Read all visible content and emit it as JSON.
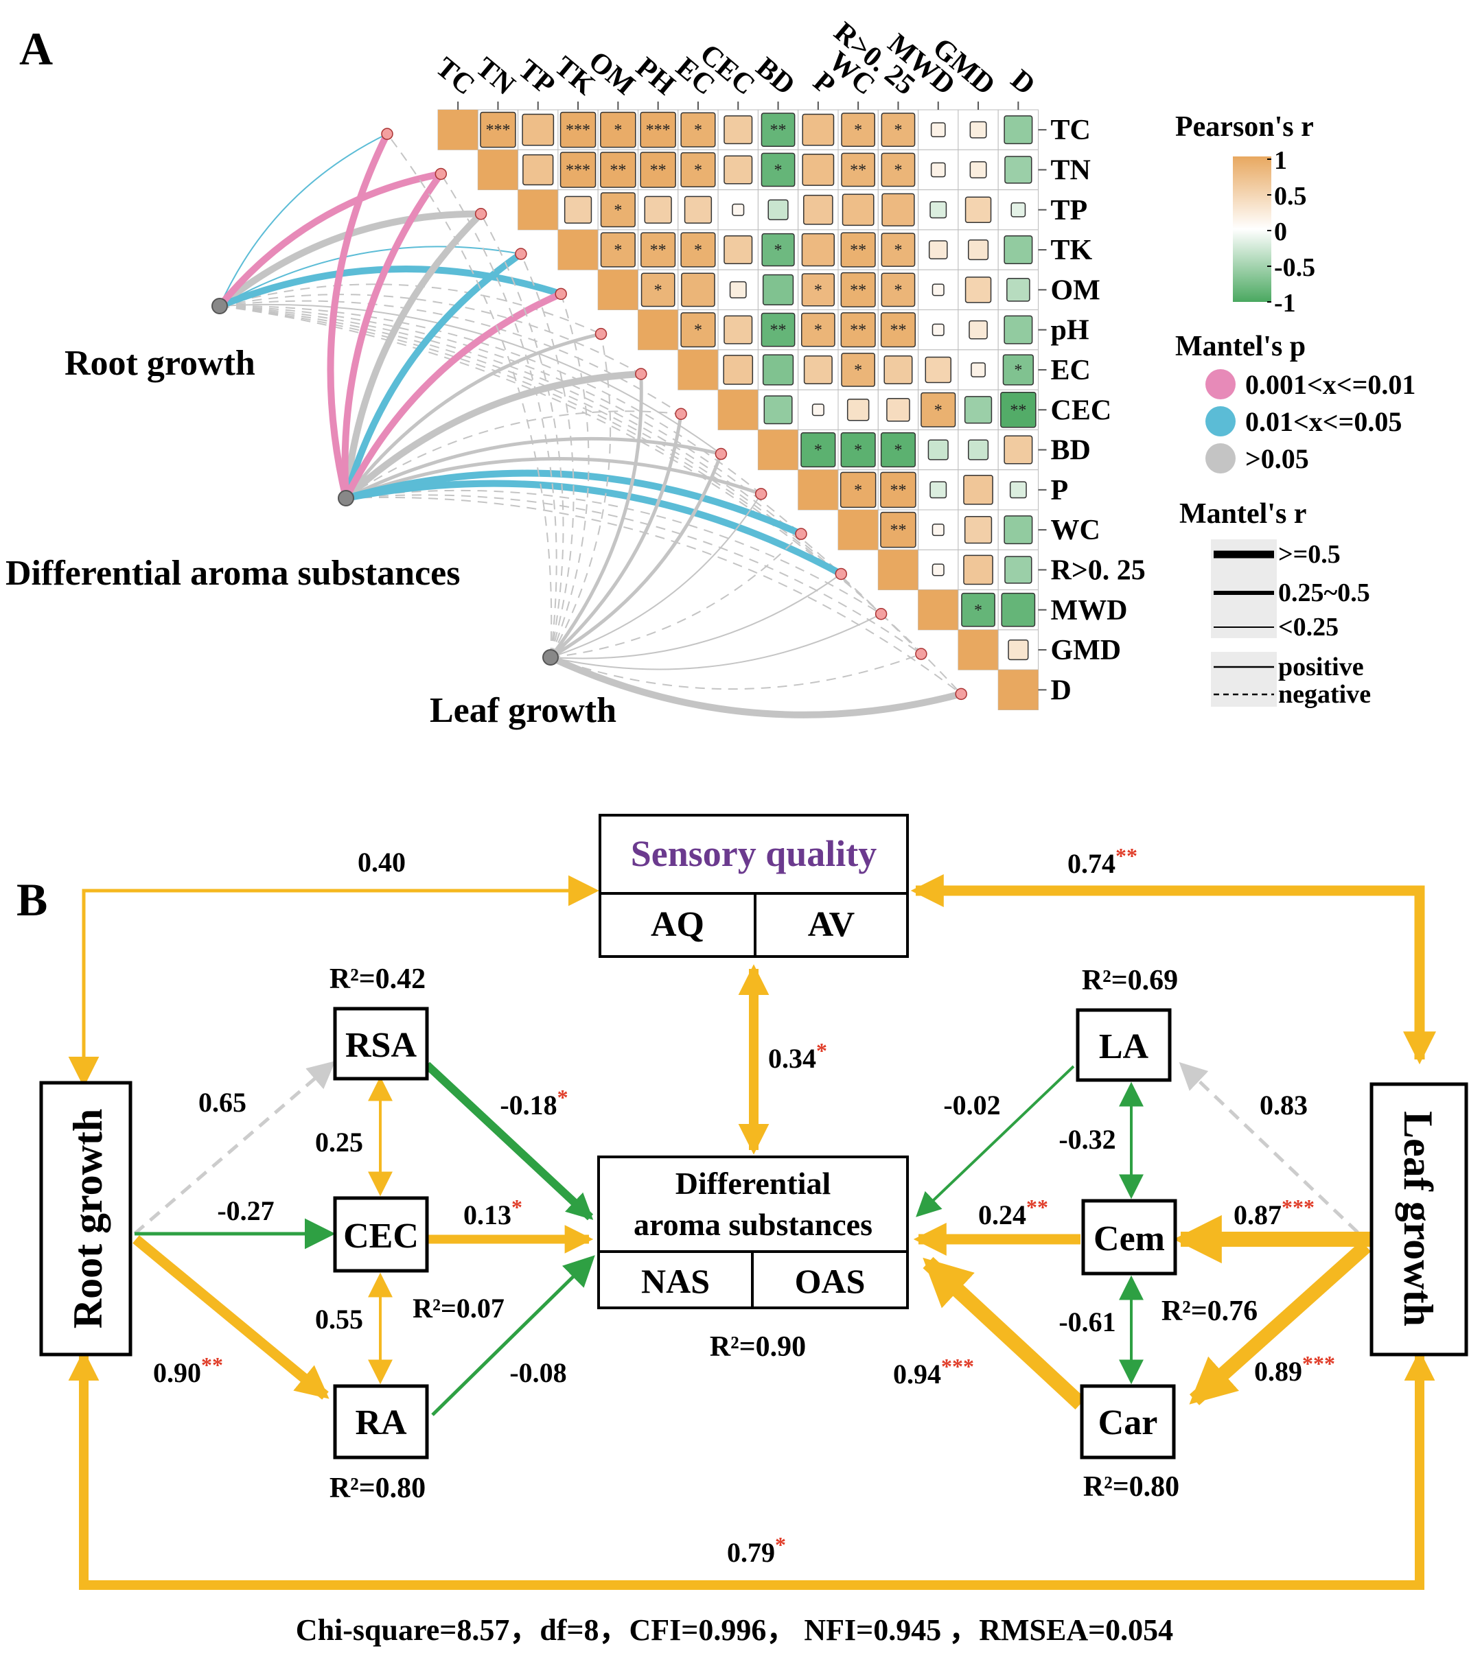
{
  "panel_a": {
    "label": "A",
    "variables": [
      "TC",
      "TN",
      "TP",
      "TK",
      "OM",
      "pH",
      "EC",
      "CEC",
      "BD",
      "P",
      "WC",
      "R>0.25",
      "MWD",
      "GMD",
      "D"
    ],
    "top_labels": [
      "TC",
      "TN",
      "TP",
      "TK",
      "OM",
      "PH",
      "EC",
      "CEC",
      "BD",
      "P",
      "WC",
      "R>0. 25",
      "MWD",
      "GMD",
      "D"
    ],
    "right_labels": [
      "TC",
      "TN",
      "TP",
      "TK",
      "OM",
      "pH",
      "EC",
      "CEC",
      "BD",
      "P",
      "WC",
      "R>0. 25",
      "MWD",
      "GMD",
      "D"
    ],
    "pearson_r": [
      [
        1.0,
        0.95,
        0.75,
        0.95,
        0.95,
        0.95,
        0.9,
        0.6,
        -0.85,
        0.75,
        0.85,
        0.85,
        0.15,
        0.2,
        -0.6
      ],
      [
        0.95,
        1.0,
        0.7,
        0.95,
        0.95,
        0.95,
        0.9,
        0.6,
        -0.85,
        0.75,
        0.85,
        0.85,
        0.15,
        0.2,
        -0.55
      ],
      [
        0.75,
        0.7,
        1.0,
        0.55,
        0.9,
        0.55,
        0.55,
        0.1,
        -0.3,
        0.65,
        0.75,
        0.8,
        -0.2,
        0.5,
        -0.15
      ],
      [
        0.95,
        0.95,
        0.55,
        1.0,
        0.9,
        0.9,
        0.9,
        0.6,
        -0.8,
        0.8,
        0.9,
        0.85,
        0.25,
        0.3,
        -0.6
      ],
      [
        0.95,
        0.95,
        0.9,
        0.9,
        1.0,
        0.85,
        0.85,
        0.2,
        -0.7,
        0.8,
        0.9,
        0.85,
        0.1,
        0.5,
        -0.4
      ],
      [
        0.95,
        0.95,
        0.55,
        0.9,
        0.85,
        1.0,
        0.9,
        0.6,
        -0.85,
        0.85,
        0.9,
        0.9,
        0.1,
        0.25,
        -0.6
      ],
      [
        0.9,
        0.9,
        0.55,
        0.9,
        0.85,
        0.9,
        1.0,
        0.65,
        -0.7,
        0.6,
        0.85,
        0.6,
        0.5,
        0.15,
        -0.7
      ],
      [
        0.6,
        0.6,
        0.1,
        0.6,
        0.2,
        0.6,
        0.65,
        1.0,
        -0.6,
        0.1,
        0.35,
        0.4,
        0.9,
        -0.55,
        -0.95
      ],
      [
        -0.85,
        -0.85,
        -0.3,
        -0.8,
        -0.7,
        -0.85,
        -0.7,
        -0.6,
        1.0,
        -0.9,
        -0.9,
        -0.9,
        -0.3,
        -0.3,
        0.6
      ],
      [
        0.75,
        0.75,
        0.65,
        0.8,
        0.8,
        0.85,
        0.6,
        0.1,
        -0.9,
        1.0,
        0.95,
        0.95,
        -0.2,
        0.65,
        -0.2
      ],
      [
        0.85,
        0.85,
        0.75,
        0.9,
        0.9,
        0.9,
        0.85,
        0.35,
        -0.9,
        0.95,
        1.0,
        0.95,
        0.1,
        0.55,
        -0.6
      ],
      [
        0.85,
        0.85,
        0.8,
        0.85,
        0.85,
        0.9,
        0.6,
        0.4,
        -0.9,
        0.95,
        0.95,
        1.0,
        0.1,
        0.65,
        -0.55
      ],
      [
        0.15,
        0.15,
        -0.2,
        0.25,
        0.1,
        0.1,
        0.5,
        0.9,
        -0.3,
        -0.2,
        0.1,
        0.1,
        1.0,
        -0.85,
        -0.85
      ],
      [
        0.2,
        0.2,
        0.5,
        0.3,
        0.5,
        0.25,
        0.15,
        -0.55,
        -0.3,
        0.65,
        0.55,
        0.65,
        -0.85,
        1.0,
        0.3
      ],
      [
        -0.6,
        -0.55,
        -0.15,
        -0.6,
        -0.4,
        -0.6,
        -0.7,
        -0.95,
        0.6,
        -0.2,
        -0.6,
        -0.55,
        -0.85,
        0.3,
        1.0
      ]
    ],
    "stars": [
      [
        "",
        "***",
        "",
        "***",
        "*",
        "***",
        "*",
        "",
        "**",
        "",
        "*",
        "*",
        "",
        "",
        ""
      ],
      [
        "",
        "",
        "",
        "***",
        "**",
        "**",
        "*",
        "",
        "*",
        "",
        "**",
        "*",
        "",
        "",
        ""
      ],
      [
        "",
        "",
        "",
        "",
        "*",
        "",
        "",
        "",
        "",
        "",
        "",
        "",
        "",
        "",
        ""
      ],
      [
        "",
        "",
        "",
        "",
        "*",
        "**",
        "*",
        "",
        "*",
        "",
        "**",
        "*",
        "",
        "",
        ""
      ],
      [
        "",
        "",
        "",
        "",
        "",
        "*",
        "",
        "",
        "",
        "*",
        "**",
        "*",
        "",
        "",
        ""
      ],
      [
        "",
        "",
        "",
        "",
        "",
        "",
        "*",
        "",
        "**",
        "*",
        "**",
        "**",
        "",
        "",
        ""
      ],
      [
        "",
        "",
        "",
        "",
        "",
        "",
        "",
        "",
        "",
        "",
        "*",
        "",
        "",
        "",
        "*"
      ],
      [
        "",
        "",
        "",
        "",
        "",
        "",
        "",
        "",
        "",
        "",
        "",
        "",
        "*",
        "",
        "**"
      ],
      [
        "",
        "",
        "",
        "",
        "",
        "",
        "",
        "",
        "",
        "*",
        "*",
        "*",
        "",
        "",
        ""
      ],
      [
        "",
        "",
        "",
        "",
        "",
        "",
        "",
        "",
        "",
        "",
        "*",
        "**",
        "",
        "",
        ""
      ],
      [
        "",
        "",
        "",
        "",
        "",
        "",
        "",
        "",
        "",
        "",
        "",
        "**",
        "",
        "",
        ""
      ],
      [
        "",
        "",
        "",
        "",
        "",
        "",
        "",
        "",
        "",
        "",
        "",
        "",
        "",
        "",
        ""
      ],
      [
        "",
        "",
        "",
        "",
        "",
        "",
        "",
        "",
        "",
        "",
        "",
        "",
        "",
        "*",
        ""
      ],
      [
        "",
        "",
        "",
        "",
        "",
        "",
        "",
        "",
        "",
        "",
        "",
        "",
        "",
        "",
        ""
      ],
      [
        "",
        "",
        "",
        "",
        "",
        "",
        "",
        "",
        "",
        "",
        "",
        "",
        "",
        "",
        ""
      ]
    ],
    "groups": [
      {
        "name": "Root growth",
        "links": [
          {
            "to": "TC",
            "p": "mid",
            "r": "weak",
            "sign": "pos"
          },
          {
            "to": "TN",
            "p": "low",
            "r": "strong",
            "sign": "pos"
          },
          {
            "to": "TP",
            "p": "high",
            "r": "strong",
            "sign": "pos"
          },
          {
            "to": "TK",
            "p": "mid",
            "r": "weak",
            "sign": "pos"
          },
          {
            "to": "OM",
            "p": "mid",
            "r": "strong",
            "sign": "pos"
          },
          {
            "to": "pH",
            "p": "high",
            "r": "weak",
            "sign": "neg"
          },
          {
            "to": "EC",
            "p": "high",
            "r": "weak",
            "sign": "neg"
          },
          {
            "to": "CEC",
            "p": "high",
            "r": "weak",
            "sign": "neg"
          },
          {
            "to": "BD",
            "p": "high",
            "r": "weak",
            "sign": "pos"
          },
          {
            "to": "P",
            "p": "high",
            "r": "weak",
            "sign": "neg"
          },
          {
            "to": "WC",
            "p": "high",
            "r": "weak",
            "sign": "neg"
          },
          {
            "to": "R>0.25",
            "p": "high",
            "r": "weak",
            "sign": "neg"
          },
          {
            "to": "MWD",
            "p": "high",
            "r": "weak",
            "sign": "neg"
          },
          {
            "to": "GMD",
            "p": "high",
            "r": "weak",
            "sign": "neg"
          },
          {
            "to": "D",
            "p": "high",
            "r": "weak",
            "sign": "neg"
          }
        ]
      },
      {
        "name": "Differential aroma substances",
        "links": [
          {
            "to": "TC",
            "p": "low",
            "r": "strong",
            "sign": "pos"
          },
          {
            "to": "TN",
            "p": "low",
            "r": "strong",
            "sign": "pos"
          },
          {
            "to": "TP",
            "p": "high",
            "r": "strong",
            "sign": "pos"
          },
          {
            "to": "TK",
            "p": "mid",
            "r": "strong",
            "sign": "pos"
          },
          {
            "to": "OM",
            "p": "low",
            "r": "strong",
            "sign": "pos"
          },
          {
            "to": "pH",
            "p": "high",
            "r": "mid",
            "sign": "pos"
          },
          {
            "to": "EC",
            "p": "high",
            "r": "strong",
            "sign": "pos"
          },
          {
            "to": "CEC",
            "p": "high",
            "r": "weak",
            "sign": "neg"
          },
          {
            "to": "BD",
            "p": "high",
            "r": "mid",
            "sign": "pos"
          },
          {
            "to": "P",
            "p": "high",
            "r": "mid",
            "sign": "pos"
          },
          {
            "to": "WC",
            "p": "mid",
            "r": "strong",
            "sign": "pos"
          },
          {
            "to": "R>0.25",
            "p": "mid",
            "r": "strong",
            "sign": "pos"
          },
          {
            "to": "MWD",
            "p": "high",
            "r": "weak",
            "sign": "neg"
          },
          {
            "to": "GMD",
            "p": "high",
            "r": "weak",
            "sign": "neg"
          },
          {
            "to": "D",
            "p": "high",
            "r": "weak",
            "sign": "neg"
          }
        ]
      },
      {
        "name": "Leaf growth",
        "links": [
          {
            "to": "TC",
            "p": "high",
            "r": "weak",
            "sign": "neg"
          },
          {
            "to": "TN",
            "p": "high",
            "r": "weak",
            "sign": "neg"
          },
          {
            "to": "TP",
            "p": "high",
            "r": "weak",
            "sign": "neg"
          },
          {
            "to": "TK",
            "p": "high",
            "r": "weak",
            "sign": "neg"
          },
          {
            "to": "OM",
            "p": "high",
            "r": "weak",
            "sign": "neg"
          },
          {
            "to": "pH",
            "p": "high",
            "r": "weak",
            "sign": "neg"
          },
          {
            "to": "EC",
            "p": "high",
            "r": "mid",
            "sign": "pos"
          },
          {
            "to": "CEC",
            "p": "high",
            "r": "mid",
            "sign": "pos"
          },
          {
            "to": "BD",
            "p": "high",
            "r": "mid",
            "sign": "pos"
          },
          {
            "to": "P",
            "p": "high",
            "r": "weak",
            "sign": "pos"
          },
          {
            "to": "WC",
            "p": "high",
            "r": "weak",
            "sign": "neg"
          },
          {
            "to": "R>0.25",
            "p": "high",
            "r": "weak",
            "sign": "pos"
          },
          {
            "to": "MWD",
            "p": "high",
            "r": "weak",
            "sign": "pos"
          },
          {
            "to": "GMD",
            "p": "high",
            "r": "weak",
            "sign": "neg"
          },
          {
            "to": "D",
            "p": "high",
            "r": "strong",
            "sign": "pos"
          }
        ]
      }
    ],
    "legend": {
      "pearson_title": "Pearson's r",
      "ticks": [
        "1",
        "0.5",
        "0",
        "-0.5",
        "-1"
      ],
      "mantel_p_title": "Mantel's p",
      "p_items": [
        {
          "label": "0.001<x<=0.01",
          "color": "#e78ab8"
        },
        {
          "label": "0.01<x<=0.05",
          "color": "#5bbcd6"
        },
        {
          "label": ">0.05",
          "color": "#c4c4c4"
        }
      ],
      "mantel_r_title": "Mantel's r",
      "r_items": [
        ">=0.5",
        "0.25~0.5",
        "<0.25"
      ],
      "line_items": [
        "positive",
        "negative"
      ]
    },
    "colors": {
      "positive": "#e8a860",
      "negative": "#4aa860",
      "mid": "#ffffff"
    }
  },
  "panel_b": {
    "label": "B",
    "sensory": {
      "title": "Sensory quality",
      "left": "AQ",
      "right": "AV",
      "title_color": "#6b3a8e"
    },
    "das": {
      "line1": "Differential",
      "line2": "aroma substances",
      "left": "NAS",
      "right": "OAS",
      "r2": "R²=0.90"
    },
    "root_growth": "Root growth",
    "leaf_growth": "Leaf growth",
    "nodes": {
      "rsa": {
        "label": "RSA",
        "r2": "R²=0.42"
      },
      "cec": {
        "label": "CEC",
        "r2": "R²=0.07"
      },
      "ra": {
        "label": "RA",
        "r2": "R²=0.80"
      },
      "la": {
        "label": "LA",
        "r2": "R²=0.69"
      },
      "cem": {
        "label": "Cem",
        "r2": "R²=0.76"
      },
      "car": {
        "label": "Car",
        "r2": "R²=0.80"
      }
    },
    "paths": [
      {
        "id": "root_sensory",
        "value": "0.40",
        "stars": ""
      },
      {
        "id": "leaf_sensory",
        "value": "0.74",
        "stars": "**"
      },
      {
        "id": "sensory_das",
        "value": "0.34",
        "stars": "*"
      },
      {
        "id": "root_rsa",
        "value": "0.65",
        "stars": ""
      },
      {
        "id": "rsa_cec",
        "value": "0.25",
        "stars": ""
      },
      {
        "id": "root_cec",
        "value": "-0.27",
        "stars": ""
      },
      {
        "id": "cec_ra",
        "value": "0.55",
        "stars": ""
      },
      {
        "id": "root_ra",
        "value": "0.90",
        "stars": "**"
      },
      {
        "id": "rsa_das",
        "value": "-0.18",
        "stars": "*"
      },
      {
        "id": "cec_das",
        "value": "0.13",
        "stars": "*"
      },
      {
        "id": "ra_das",
        "value": "-0.08",
        "stars": ""
      },
      {
        "id": "la_das",
        "value": "-0.02",
        "stars": ""
      },
      {
        "id": "la_cem",
        "value": "-0.32",
        "stars": ""
      },
      {
        "id": "leaf_la",
        "value": "0.83",
        "stars": ""
      },
      {
        "id": "cem_das",
        "value": "0.24",
        "stars": "**"
      },
      {
        "id": "leaf_cem",
        "value": "0.87",
        "stars": "***"
      },
      {
        "id": "cem_car",
        "value": "-0.61",
        "stars": ""
      },
      {
        "id": "car_das",
        "value": "0.94",
        "stars": "***"
      },
      {
        "id": "leaf_car",
        "value": "0.89",
        "stars": "***"
      },
      {
        "id": "root_leaf",
        "value": "0.79",
        "stars": "*"
      }
    ],
    "fit": "Chi-square=8.57，df=8，CFI=0.996， NFI=0.945 ，RMSEA=0.054",
    "colors": {
      "positive": "#f5b820",
      "negative": "#2ea043",
      "nonsig": "#cccccc",
      "star": "#e03c28"
    }
  }
}
